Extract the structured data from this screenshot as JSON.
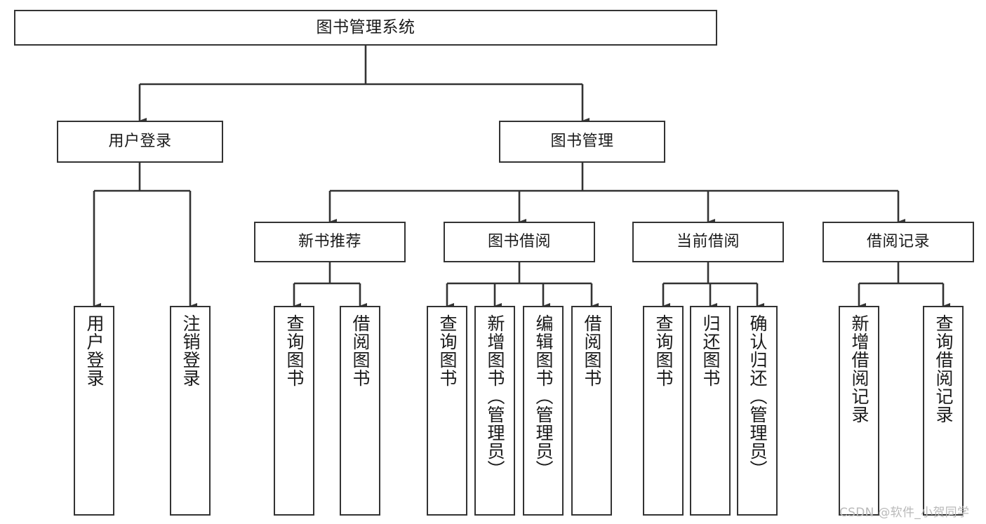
{
  "diagram": {
    "title": "图书管理系统",
    "type": "hierarchy-tree",
    "colors": {
      "box_border": "#333333",
      "box_fill": "#ffffff",
      "connector": "#333333",
      "text": "#1a1a1a",
      "watermark": "#b9b9b9"
    },
    "levels": {
      "root": {
        "label": "图书管理系统"
      },
      "level2": [
        {
          "label": "用户登录"
        },
        {
          "label": "图书管理"
        }
      ],
      "level3": [
        {
          "label": "新书推荐"
        },
        {
          "label": "图书借阅"
        },
        {
          "label": "当前借阅"
        },
        {
          "label": "借阅记录"
        }
      ],
      "leaves_user_login": [
        {
          "label": "用户登录"
        },
        {
          "label": "注销登录"
        }
      ],
      "leaves_new_book": [
        {
          "label": "查询图书"
        },
        {
          "label": "借阅图书"
        }
      ],
      "leaves_book_borrow": [
        {
          "label": "查询图书"
        },
        {
          "label": "新增图书（管理员）"
        },
        {
          "label": "编辑图书（管理员）"
        },
        {
          "label": "借阅图书"
        }
      ],
      "leaves_current_borrow": [
        {
          "label": "查询图书"
        },
        {
          "label": "归还图书"
        },
        {
          "label": "确认归还（管理员）"
        }
      ],
      "leaves_borrow_record": [
        {
          "label": "新增借阅记录"
        },
        {
          "label": "查询借阅记录"
        }
      ]
    },
    "watermark": "CSDN @软件_小贺同学"
  }
}
